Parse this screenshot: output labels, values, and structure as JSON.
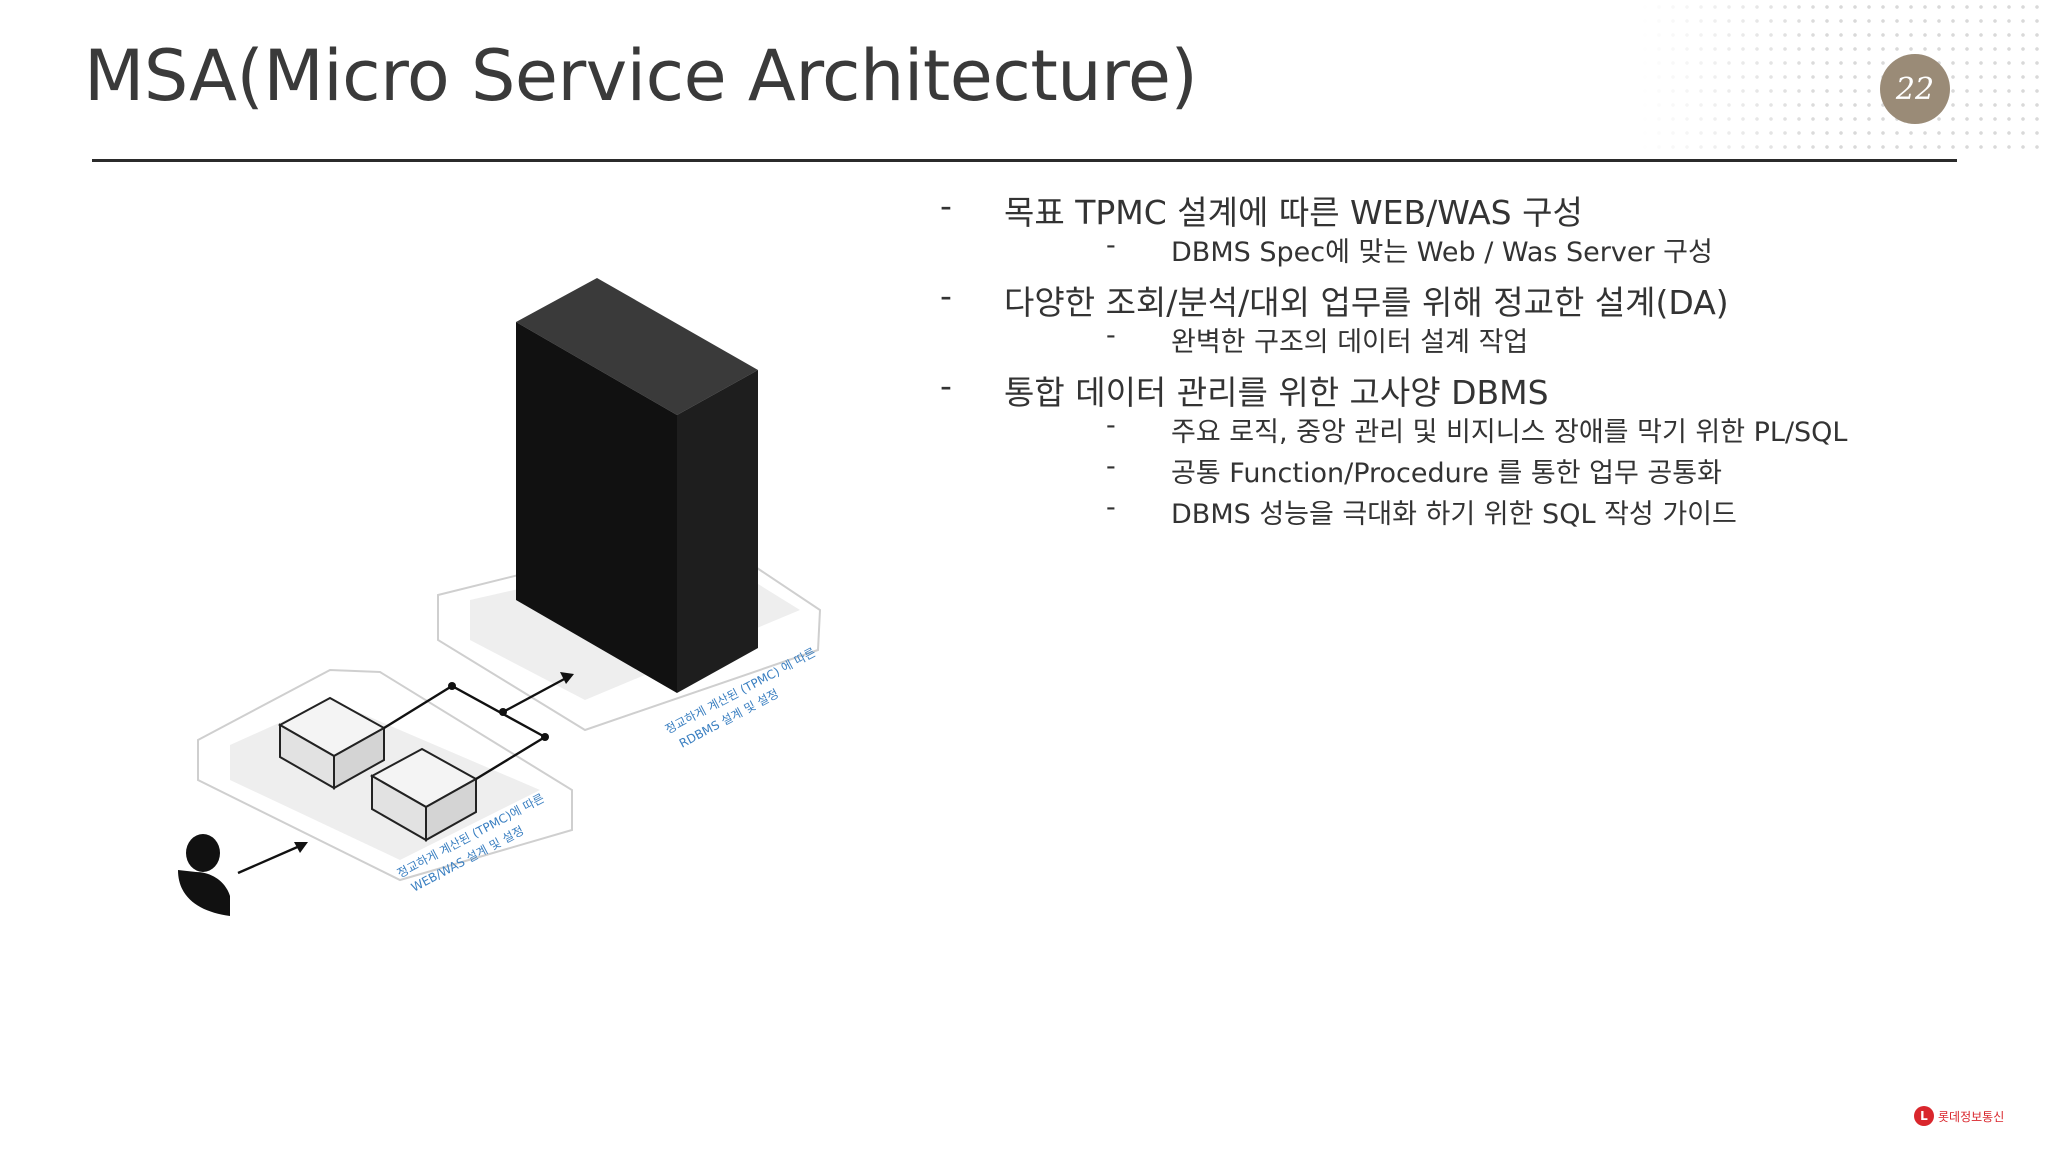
{
  "slide": {
    "title": "MSA(Micro Service Architecture)"
  },
  "badge": {
    "text": "22"
  },
  "bullets": [
    {
      "text": "목표 TPMC 설계에 따른 WEB/WAS 구성",
      "children": [
        "DBMS Spec에 맞는 Web / Was Server 구성"
      ]
    },
    {
      "text": "다양한 조회/분석/대외 업무를 위해 정교한 설계(DA)",
      "children": [
        "완벽한 구조의 데이터 설계 작업"
      ]
    },
    {
      "text": "통합 데이터 관리를 위한 고사양 DBMS",
      "children": [
        "주요 로직, 중앙 관리 및 비지니스 장애를 막기 위한 PL/SQL",
        "공통 Function/Procedure 를 통한 업무 공통화",
        "DBMS 성능을 극대화 하기 위한 SQL 작성 가이드"
      ]
    }
  ],
  "diagram": {
    "web_zone_label_1": "정교하게 계산된 (TPMC)에 따른",
    "web_zone_label_2": "WEB/WAS 설계 및 설정",
    "db_zone_label_1": "정교하게 계산된 (TPMC) 에 따른",
    "db_zone_label_2": "RDBMS 설계 및 설정",
    "label_color": "#3a7fc1"
  },
  "footer": {
    "company": "롯데정보통신",
    "logo_letter": "L"
  },
  "icons": {
    "user": "user-icon",
    "server": "database-server-icon",
    "web_server": "web-server-box-icon"
  }
}
